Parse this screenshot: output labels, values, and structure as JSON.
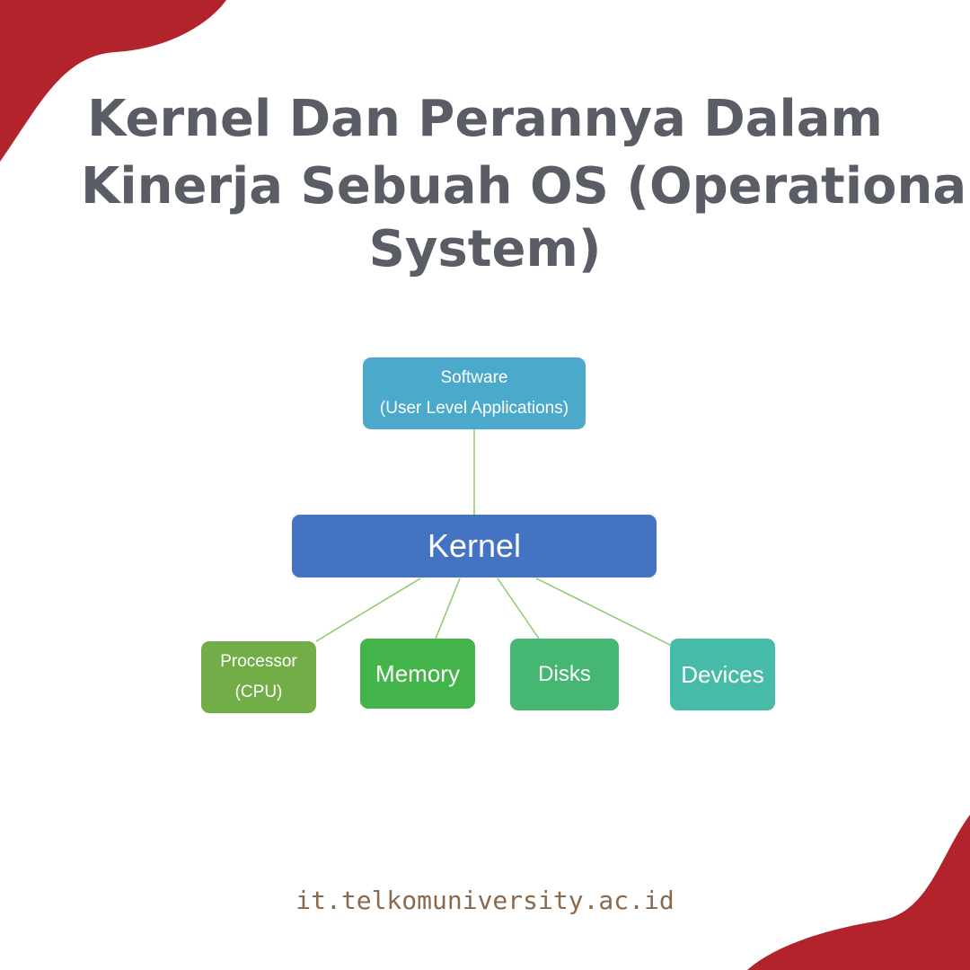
{
  "title": {
    "line_1": "Kernel Dan Perannya Dalam",
    "line_2": "Kinerja Sebuah OS (Operational",
    "line_3": "System)"
  },
  "diagram": {
    "software": {
      "line_1": "Software",
      "line_2": "(User Level Applications)"
    },
    "kernel": "Kernel",
    "children": {
      "processor": {
        "line_1": "Processor",
        "line_2": "(CPU)"
      },
      "memory": "Memory",
      "disks": "Disks",
      "devices": "Devices"
    }
  },
  "footer": {
    "url": "it.telkomuniversity.ac.id"
  },
  "colors": {
    "accent_red": "#b3232b",
    "title_gray": "#5a5d65",
    "connector_green": "#8cc868",
    "software": "#4ba9cb",
    "kernel": "#4573c4",
    "processor": "#73ad47",
    "memory": "#43b44a",
    "disks": "#45b772",
    "devices": "#46bba7",
    "footer_brown": "#8a6a4e"
  }
}
